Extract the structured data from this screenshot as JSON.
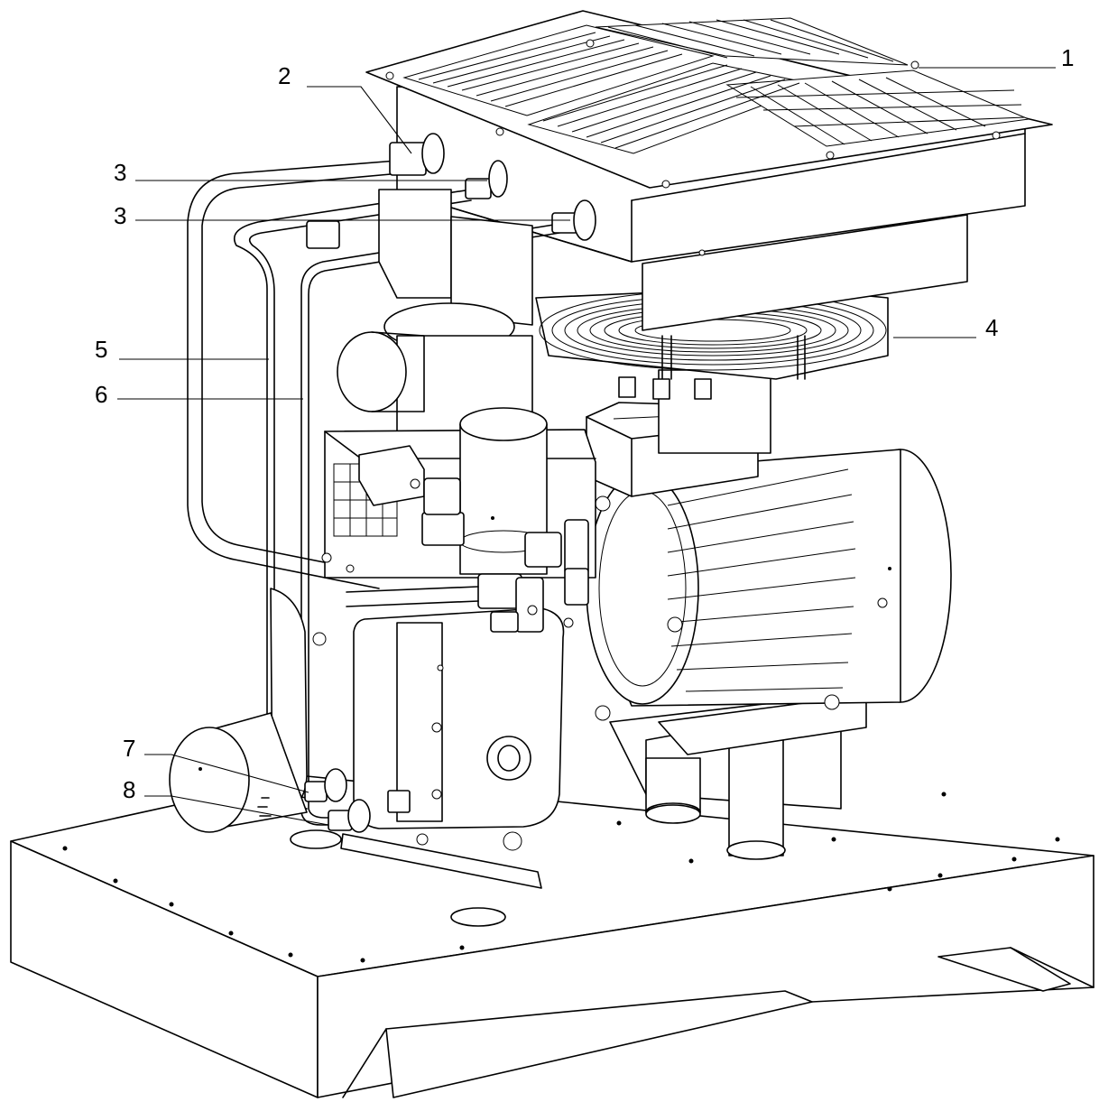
{
  "callouts": [
    {
      "id": "c1",
      "label": "1"
    },
    {
      "id": "c2",
      "label": "2"
    },
    {
      "id": "c3a",
      "label": "3"
    },
    {
      "id": "c3b",
      "label": "3"
    },
    {
      "id": "c4",
      "label": "4"
    },
    {
      "id": "c5",
      "label": "5"
    },
    {
      "id": "c6",
      "label": "6"
    },
    {
      "id": "c7",
      "label": "7"
    },
    {
      "id": "c8",
      "label": "8"
    }
  ]
}
